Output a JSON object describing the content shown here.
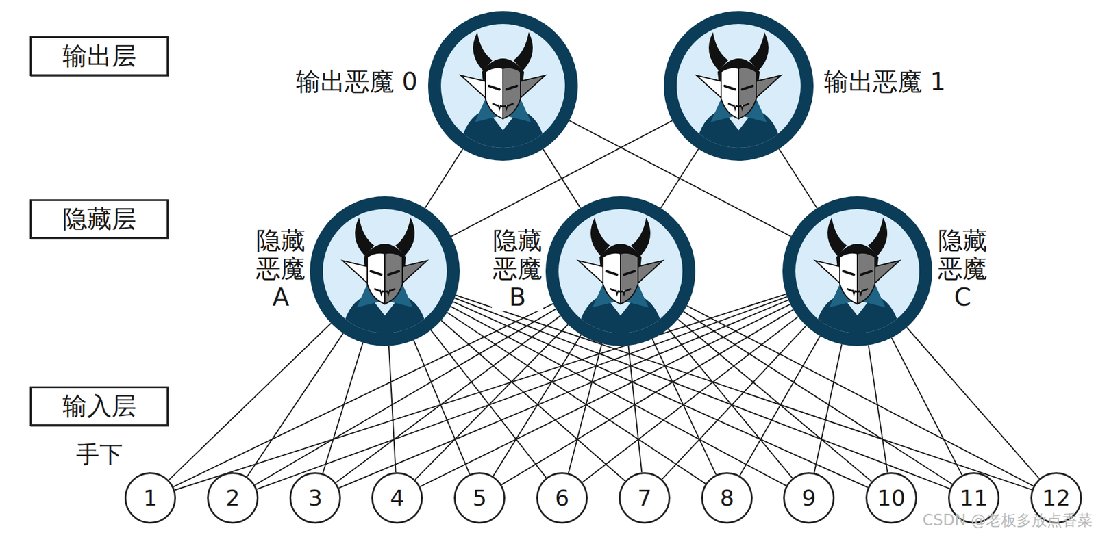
{
  "diagram": {
    "nodes": [
      {
        "text": [
          "输出层"
        ]
      },
      {
        "text": [
          "输出恶魔 0"
        ]
      },
      {
        "text": [
          "输出恶魔 1"
        ]
      },
      {
        "text": [
          "隐藏层"
        ]
      },
      {
        "text": [
          "隐藏 恶魔 A"
        ]
      },
      {
        "text": [
          "隐藏 恶魔 B"
        ]
      },
      {
        "text": [
          "隐藏 恶魔 C"
        ]
      },
      {
        "text": [
          "输入层"
        ]
      },
      {
        "text": [
          "1"
        ]
      },
      {
        "text": [
          "2"
        ]
      },
      {
        "text": [
          "3"
        ]
      },
      {
        "text": [
          "4"
        ]
      },
      {
        "text": [
          "5"
        ]
      },
      {
        "text": [
          "6"
        ]
      },
      {
        "text": [
          "7"
        ]
      },
      {
        "text": [
          "8"
        ]
      },
      {
        "text": [
          "9"
        ]
      },
      {
        "text": [
          "10"
        ]
      },
      {
        "text": [
          "11"
        ]
      },
      {
        "text": [
          "12"
        ]
      }
    ],
    "edges": [
      {
        "from": 4,
        "to": 1,
        "arrow": "none"
      },
      {
        "from": 4,
        "to": 2,
        "arrow": "none"
      },
      {
        "from": 5,
        "to": 1,
        "arrow": "none"
      },
      {
        "from": 5,
        "to": 2,
        "arrow": "none"
      },
      {
        "from": 6,
        "to": 1,
        "arrow": "none"
      },
      {
        "from": 6,
        "to": 2,
        "arrow": "none"
      },
      {
        "from": 8,
        "to": 4,
        "arrow": "none"
      },
      {
        "from": 8,
        "to": 5,
        "arrow": "none"
      },
      {
        "from": 8,
        "to": 6,
        "arrow": "none"
      },
      {
        "from": 9,
        "to": 4,
        "arrow": "none"
      },
      {
        "from": 9,
        "to": 5,
        "arrow": "none"
      },
      {
        "from": 9,
        "to": 6,
        "arrow": "none"
      },
      {
        "from": 10,
        "to": 4,
        "arrow": "none"
      },
      {
        "from": 10,
        "to": 5,
        "arrow": "none"
      },
      {
        "from": 10,
        "to": 6,
        "arrow": "none"
      },
      {
        "from": 11,
        "to": 4,
        "arrow": "none"
      },
      {
        "from": 11,
        "to": 5,
        "arrow": "none"
      },
      {
        "from": 11,
        "to": 6,
        "arrow": "none"
      },
      {
        "from": 12,
        "to": 4,
        "arrow": "none"
      },
      {
        "from": 12,
        "to": 5,
        "arrow": "none"
      },
      {
        "from": 12,
        "to": 6,
        "arrow": "none"
      },
      {
        "from": 13,
        "to": 4,
        "arrow": "none"
      },
      {
        "from": 13,
        "to": 5,
        "arrow": "none"
      },
      {
        "from": 13,
        "to": 6,
        "arrow": "none"
      },
      {
        "from": 14,
        "to": 4,
        "arrow": "none"
      },
      {
        "from": 14,
        "to": 5,
        "arrow": "none"
      },
      {
        "from": 14,
        "to": 6,
        "arrow": "none"
      },
      {
        "from": 15,
        "to": 4,
        "arrow": "none"
      },
      {
        "from": 15,
        "to": 5,
        "arrow": "none"
      },
      {
        "from": 15,
        "to": 6,
        "arrow": "none"
      },
      {
        "from": 16,
        "to": 4,
        "arrow": "none"
      },
      {
        "from": 16,
        "to": 5,
        "arrow": "none"
      },
      {
        "from": 16,
        "to": 6,
        "arrow": "none"
      },
      {
        "from": 17,
        "to": 4,
        "arrow": "none"
      },
      {
        "from": 17,
        "to": 5,
        "arrow": "none"
      },
      {
        "from": 17,
        "to": 6,
        "arrow": "none"
      },
      {
        "from": 18,
        "to": 4,
        "arrow": "none"
      },
      {
        "from": 18,
        "to": 5,
        "arrow": "none"
      },
      {
        "from": 18,
        "to": 6,
        "arrow": "none"
      },
      {
        "from": 19,
        "to": 4,
        "arrow": "none"
      },
      {
        "from": 19,
        "to": 5,
        "arrow": "none"
      },
      {
        "from": 19,
        "to": 6,
        "arrow": "none"
      }
    ],
    "labels": [
      "手下",
      "CSDN @老板多放点香菜"
    ]
  }
}
